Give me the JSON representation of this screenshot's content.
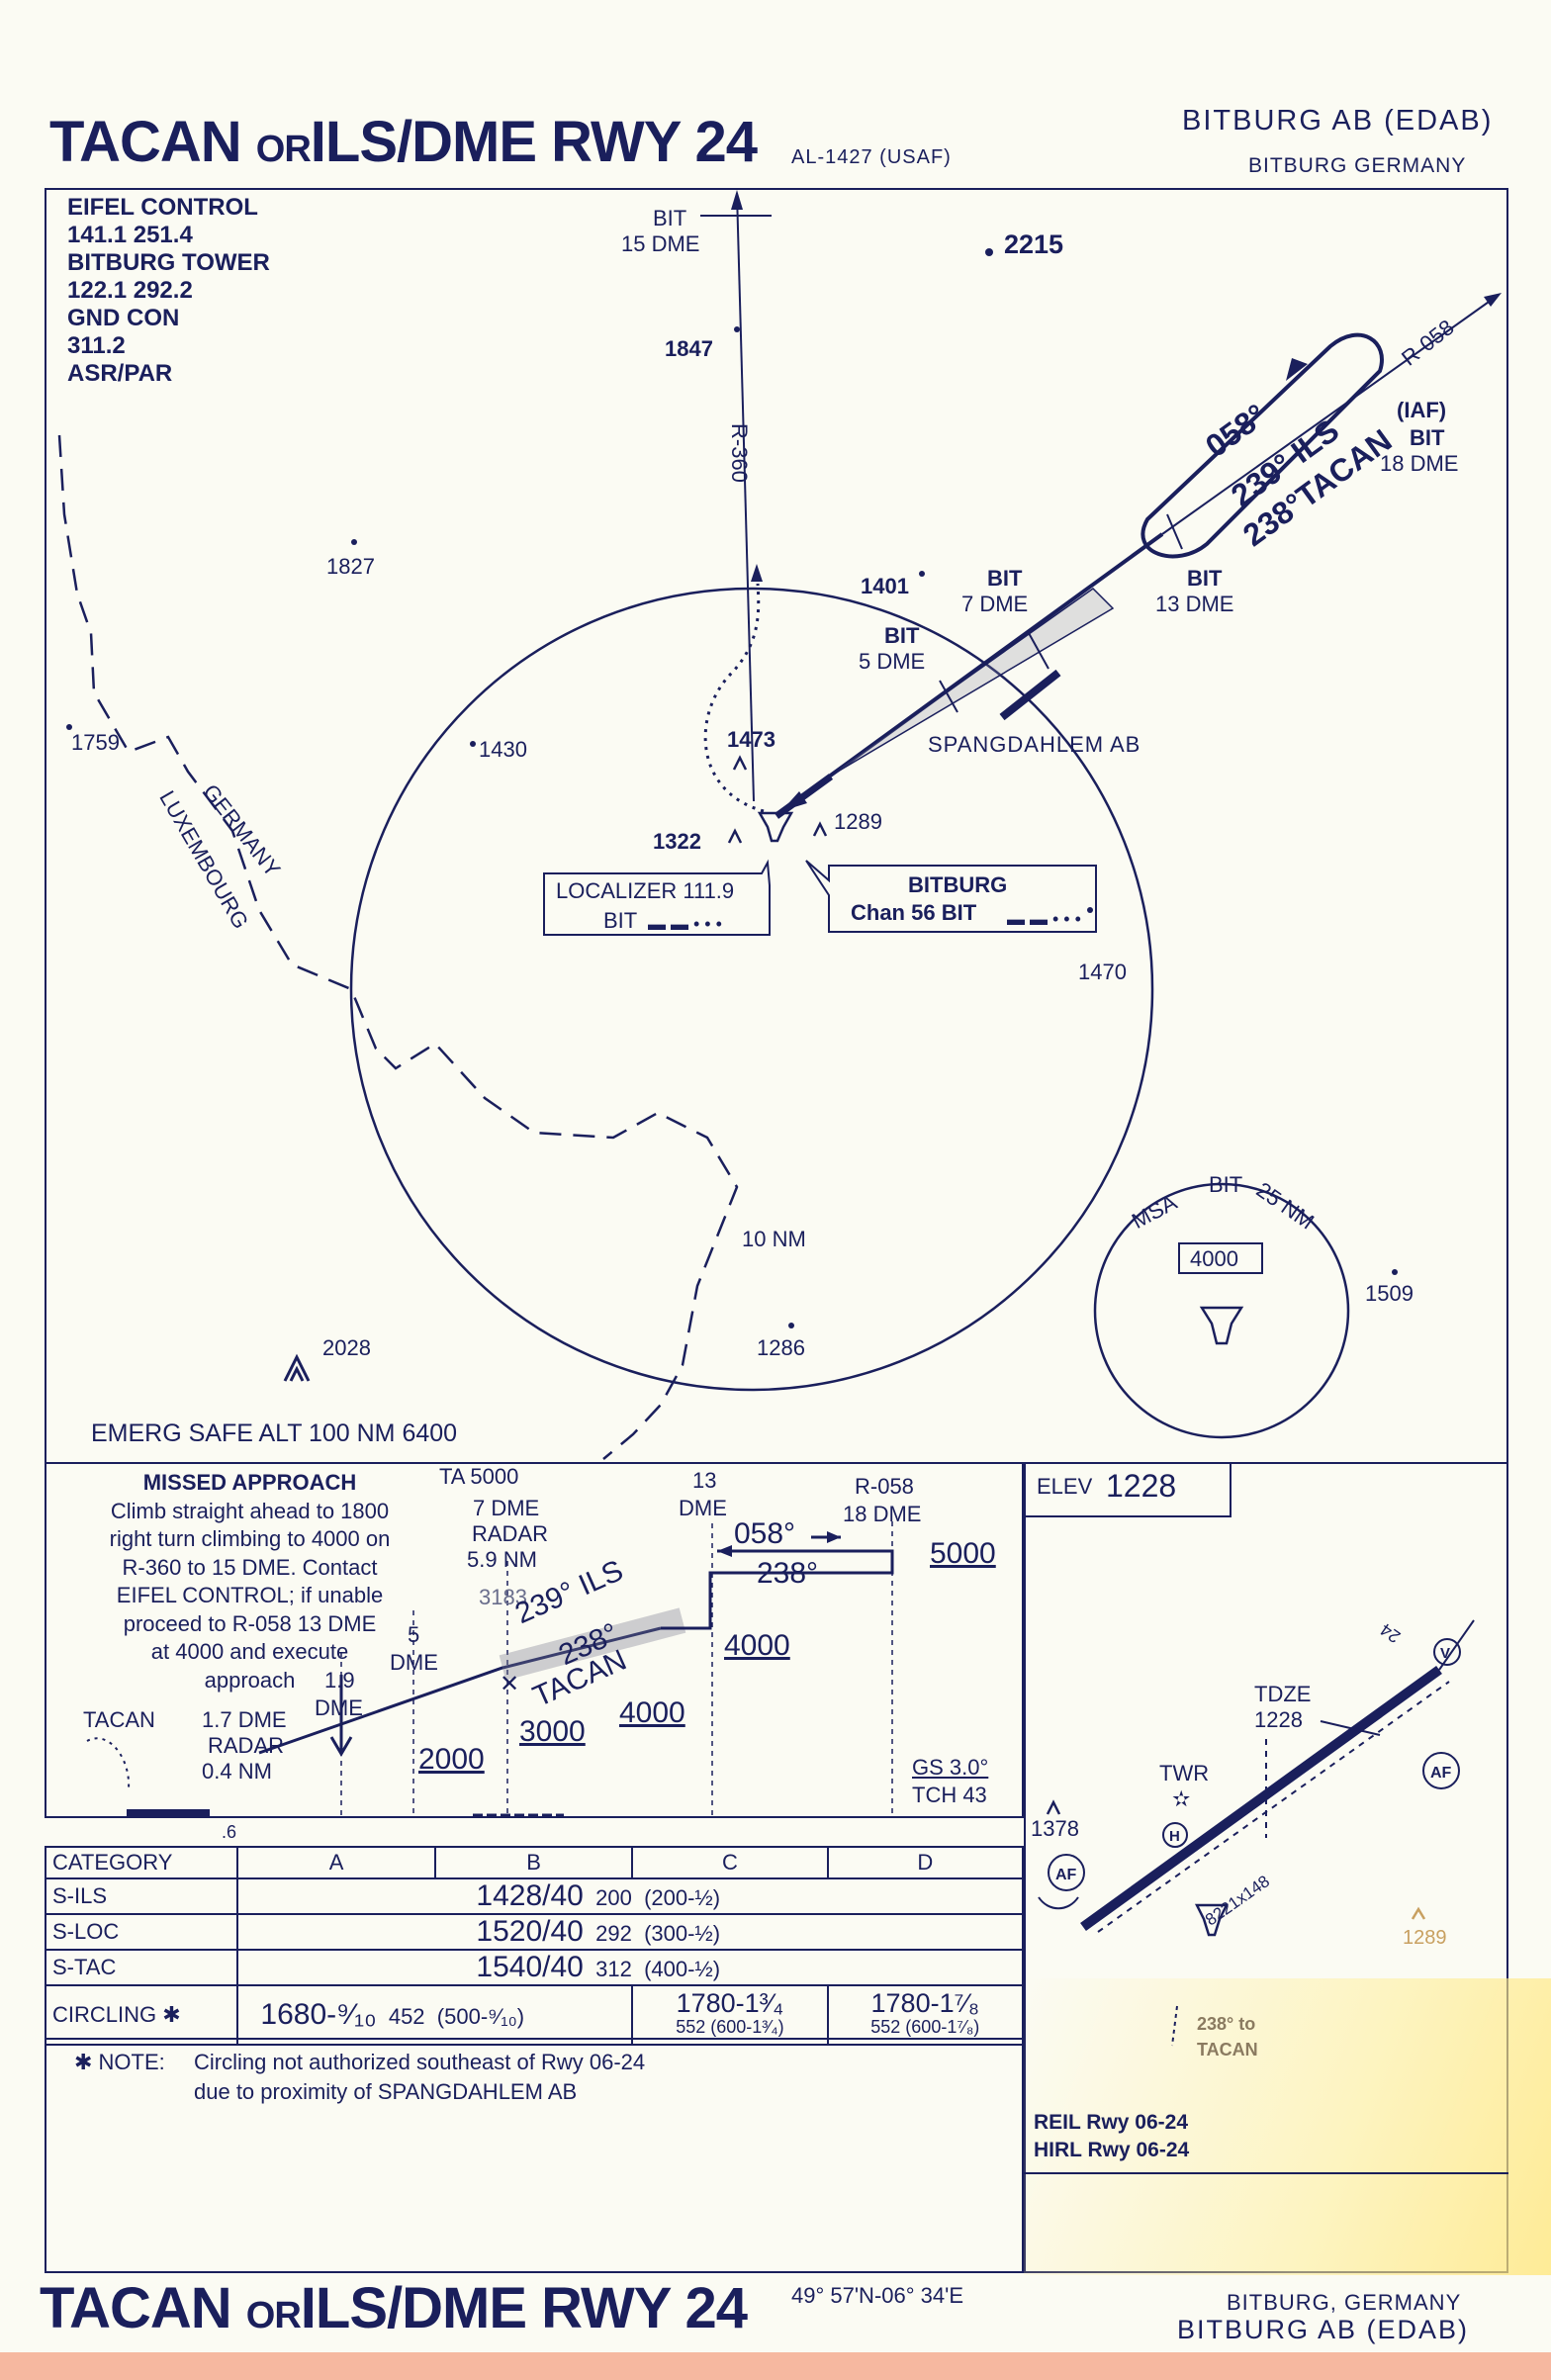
{
  "header": {
    "title_a": "TACAN",
    "title_or": "OR",
    "title_b": "ILS/DME RWY 24",
    "chart_id": "AL-1427 (USAF)",
    "airport": "BITBURG AB (EDAB)",
    "location": "BITBURG   GERMANY"
  },
  "comms": {
    "line1": "EIFEL CONTROL",
    "line2": "141.1 251.4",
    "line3": "BITBURG TOWER",
    "line4": "122.1 292.2",
    "line5": "GND CON",
    "line6": "311.2",
    "line7": "ASR/PAR"
  },
  "plan": {
    "bit15_a": "BIT",
    "bit15_b": "15 DME",
    "elev_2215": "2215",
    "elev_1847": "1847",
    "r360": "R-360",
    "r058": "R-058",
    "iaf": "(IAF)",
    "iaf_bit": "BIT",
    "iaf_dme": "18 DME",
    "crs058": "058°",
    "crs239": "239° ILS",
    "crs238": "238°TACAN",
    "elev_1827": "1827",
    "elev_1401": "1401",
    "bit7_a": "BIT",
    "bit7_b": "7 DME",
    "bit13_a": "BIT",
    "bit13_b": "13 DME",
    "bit5_a": "BIT",
    "bit5_b": "5 DME",
    "spangdahlem": "SPANGDAHLEM  AB",
    "elev_1759": "1759",
    "elev_1430": "1430",
    "elev_1473": "1473",
    "elev_1289": "1289",
    "elev_1322": "1322",
    "germany": "GERMANY",
    "luxembourg": "LUXEMBOURG",
    "loc_a": "LOCALIZER 111.9",
    "loc_b": "BIT",
    "tacan_a": "BITBURG",
    "tacan_b": "Chan 56 BIT",
    "elev_1470": "1470",
    "ring": "10 NM",
    "msa_a": "MSA",
    "msa_b": "BIT",
    "msa_c": "25 NM",
    "msa_alt": "4000",
    "elev_1509": "1509",
    "elev_2028": "2028",
    "elev_1286": "1286",
    "emerg": "EMERG SAFE ALT 100 NM 6400"
  },
  "missed": {
    "title": "MISSED APPROACH",
    "l1": "Climb straight ahead to 1800",
    "l2": "right turn climbing to 4000 on",
    "l3": "R-360 to 15 DME. Contact",
    "l4": "EIFEL CONTROL; if unable",
    "l5": "proceed to R-058 13 DME",
    "l6": "at 4000 and execute",
    "l7": "approach"
  },
  "profile": {
    "ta": "TA 5000",
    "radar7_a": "7 DME",
    "radar7_b": "RADAR",
    "radar7_c": "5.9 NM",
    "elev3183": "3183",
    "dme13_a": "13",
    "dme13_b": "DME",
    "r058": "R-058",
    "dme18": "18 DME",
    "crs058": "058°",
    "crs238": "238°",
    "alt5000": "5000",
    "alt4000a": "4000",
    "alt4000b": "4000",
    "alt3000": "3000",
    "alt2000": "2000",
    "ils": "239° ILS",
    "ils238": "238°",
    "tacan_txt": "TACAN",
    "dme5_a": "5",
    "dme5_b": "DME",
    "dme19_a": "1.9",
    "dme19_b": "DME",
    "tacan_lbl": "TACAN",
    "dme17_a": "1.7 DME",
    "dme17_b": "RADAR",
    "dme17_c": "0.4 NM",
    "gs": "GS 3.0°",
    "tch": "TCH 43",
    "dist6": ".6"
  },
  "minimums": {
    "cat_label": "CATEGORY",
    "cats": [
      "A",
      "B",
      "C",
      "D"
    ],
    "rows": [
      {
        "label": "S-ILS",
        "value": "1428/40",
        "hat": "200",
        "paren": "(200-½)"
      },
      {
        "label": "S-LOC",
        "value": "1520/40",
        "hat": "292",
        "paren": "(300-½)"
      },
      {
        "label": "S-TAC",
        "value": "1540/40",
        "hat": "312",
        "paren": "(400-½)"
      }
    ],
    "circling_label": "CIRCLING ✱",
    "circ_ab": "1680-⁹⁄₁₀",
    "circ_ab_hat": "452",
    "circ_ab_paren": "(500-⁹⁄₁₀)",
    "circ_c_a": "1780-1³⁄₄",
    "circ_c_b": "552 (600-1³⁄₄)",
    "circ_d_a": "1780-1⁷⁄₈",
    "circ_d_b": "552 (600-1⁷⁄₈)"
  },
  "note": {
    "label": "✱ NOTE:",
    "l1": "Circling not authorized southeast of Rwy 06-24",
    "l2": "due to proximity of SPANGDAHLEM AB"
  },
  "airport_diagram": {
    "elev_label": "ELEV",
    "elev": "1228",
    "tdze_a": "TDZE",
    "tdze_b": "1228",
    "twr": "TWR",
    "elev1378": "1378",
    "rwy_dims": "8221x148",
    "rwy24": "24",
    "elev1289": "1289",
    "tacan_note_a": "238° to",
    "tacan_note_b": "TACAN",
    "reil": "REIL  Rwy  06-24",
    "hirl": "HIRL  Rwy  06-24"
  },
  "footer": {
    "title_a": "TACAN",
    "title_or": "OR",
    "title_b": "ILS/DME RWY 24",
    "coords": "49° 57'N-06° 34'E",
    "location": "BITBURG, GERMANY",
    "airport": "BITBURG AB (EDAB)"
  },
  "colors": {
    "ink": "#1a1f5c",
    "paper": "#fbfbf3"
  }
}
